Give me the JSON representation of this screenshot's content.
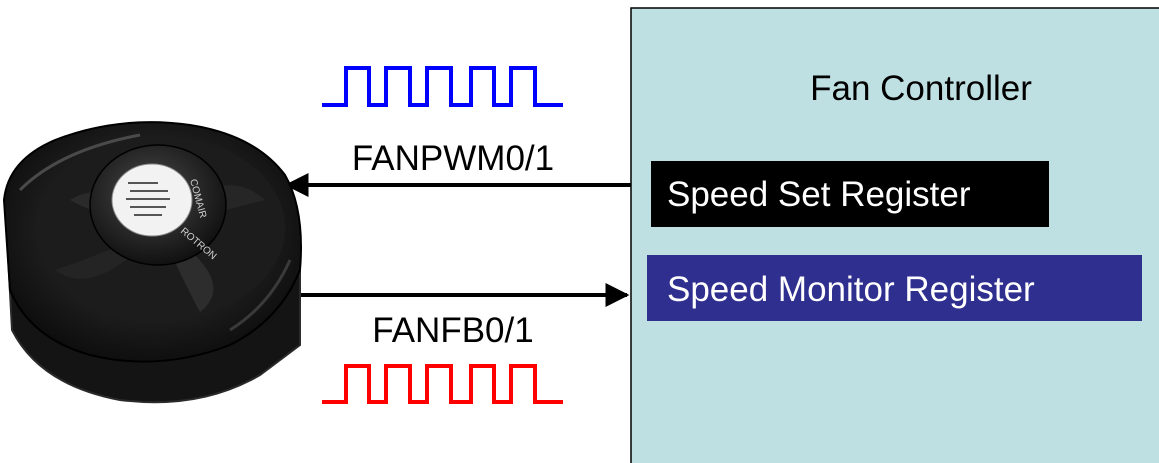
{
  "controller": {
    "title": "Fan Controller",
    "fill_color": "#bfe0e3",
    "speed_set_register": {
      "label": "Speed Set Register",
      "bg_color": "#000000",
      "text_color": "#ffffff"
    },
    "speed_monitor_register": {
      "label": "Speed Monitor Register",
      "bg_color": "#2f2f8f",
      "text_color": "#ffffff"
    }
  },
  "signals": {
    "pwm": {
      "label": "FANPWM0/1",
      "waveform_color": "#0000ff",
      "direction": "controller-to-fan"
    },
    "feedback": {
      "label": "FANFB0/1",
      "waveform_color": "#ff0000",
      "direction": "fan-to-controller"
    }
  },
  "fan_image": {
    "icon": "fan-icon",
    "label_text": [
      "COMAIR",
      "ROTRON"
    ]
  }
}
